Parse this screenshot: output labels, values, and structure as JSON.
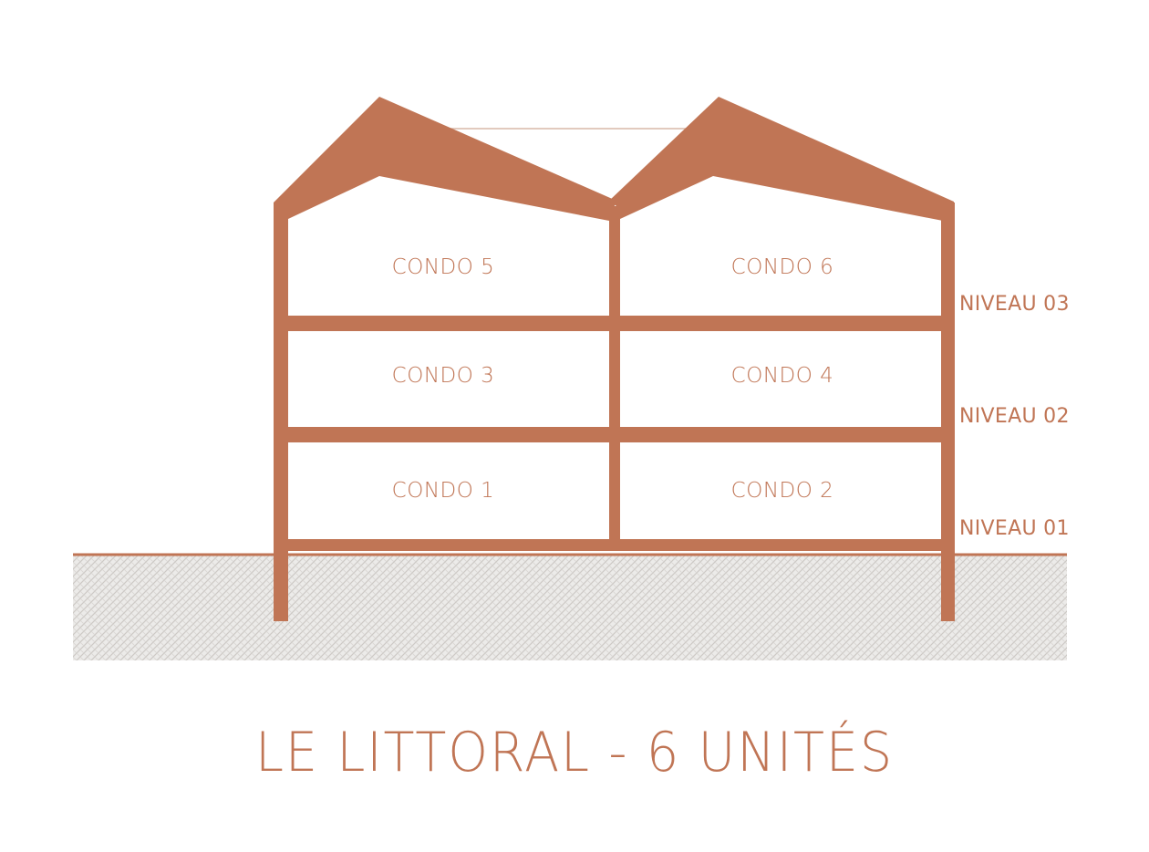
{
  "colors": {
    "structure": "#c07555",
    "ground_line": "#c07555",
    "ground_fill": "#e4e2e0",
    "ground_hatch": "#cfcbc7",
    "background": "#ffffff"
  },
  "units": {
    "condo_1": "CONDO 1",
    "condo_2": "CONDO 2",
    "condo_3": "CONDO 3",
    "condo_4": "CONDO 4",
    "condo_5": "CONDO 5",
    "condo_6": "CONDO 6"
  },
  "levels": {
    "level_01": "NIVEAU 01",
    "level_02": "NIVEAU 02",
    "level_03": "NIVEAU 03"
  },
  "title": "LE LITTORAL - 6 UNITÉS"
}
